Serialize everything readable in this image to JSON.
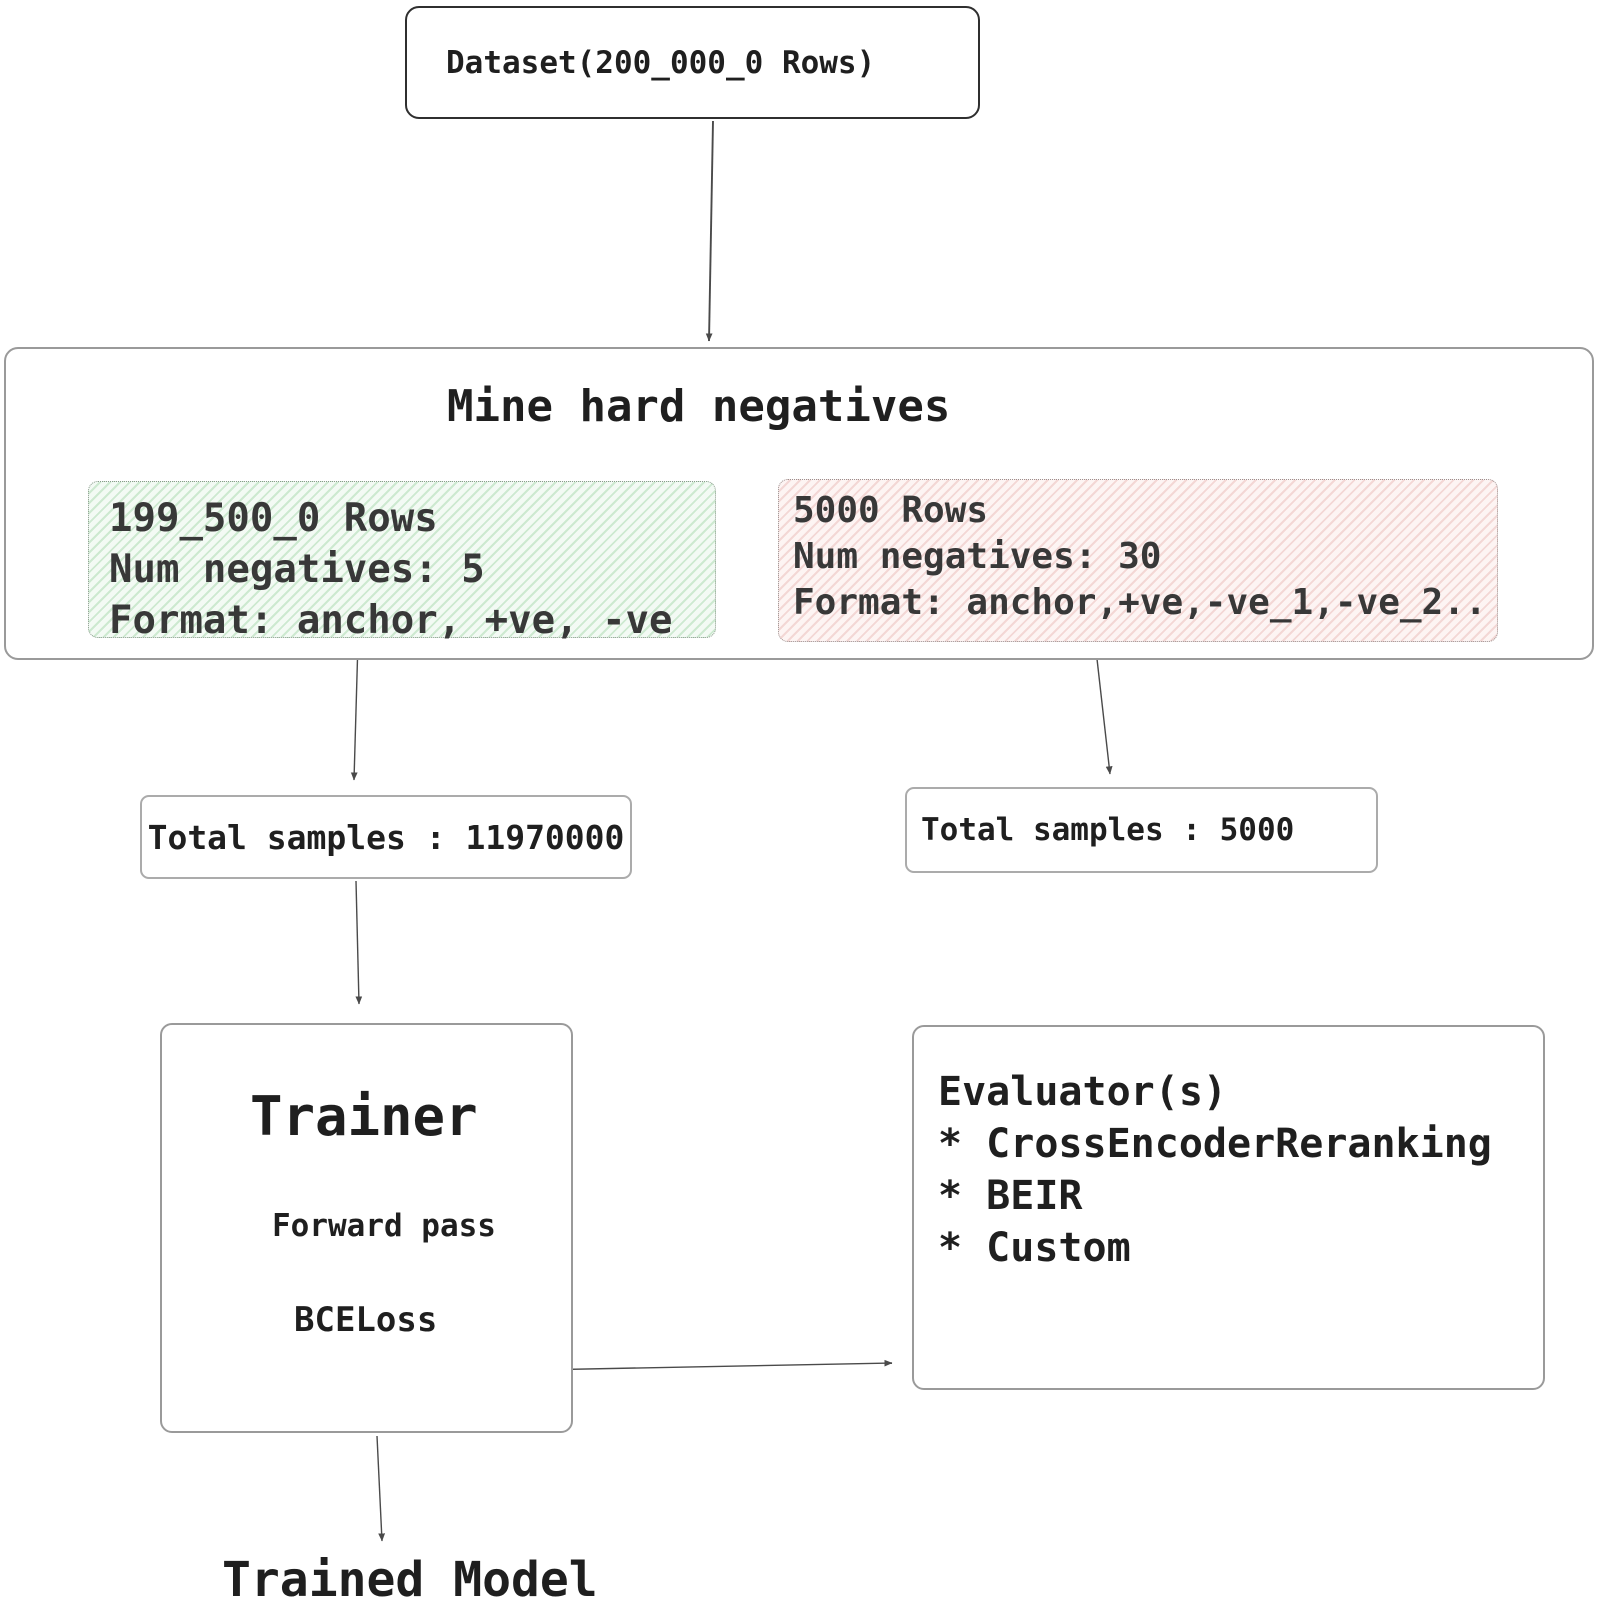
{
  "diagram": {
    "dataset": {
      "label": "Dataset(200_000_0 Rows)"
    },
    "mine": {
      "title": "Mine hard negatives",
      "train_split": {
        "lines": [
          "199_500_0 Rows",
          "Num negatives: 5",
          "Format: anchor, +ve, -ve"
        ]
      },
      "eval_split": {
        "lines": [
          "5000 Rows",
          "Num negatives: 30",
          "Format: anchor,+ve,-ve_1,-ve_2.."
        ]
      }
    },
    "totals": {
      "train": "Total samples : 11970000",
      "eval": "Total samples : 5000"
    },
    "trainer": {
      "title": "Trainer",
      "steps": [
        "Forward pass",
        "BCELoss"
      ]
    },
    "evaluator": {
      "title": "Evaluator(s)",
      "items": [
        "* CrossEncoderReranking",
        "* BEIR",
        "* Custom"
      ]
    },
    "output": {
      "label": "Trained Model"
    },
    "colors": {
      "ink": "#1f1f1f",
      "box_border_dark": "#2f2f2f",
      "box_border_gray": "#9a9a9a",
      "connector": "#4a4a4a",
      "train_split_bg": "#f3faf4",
      "train_split_stripe": "#cde9d0",
      "train_split_border": "#8a9a8c",
      "eval_split_bg": "#fdf4f3",
      "eval_split_stripe": "#f3d7d5",
      "eval_split_border": "#9a8f8e"
    }
  }
}
